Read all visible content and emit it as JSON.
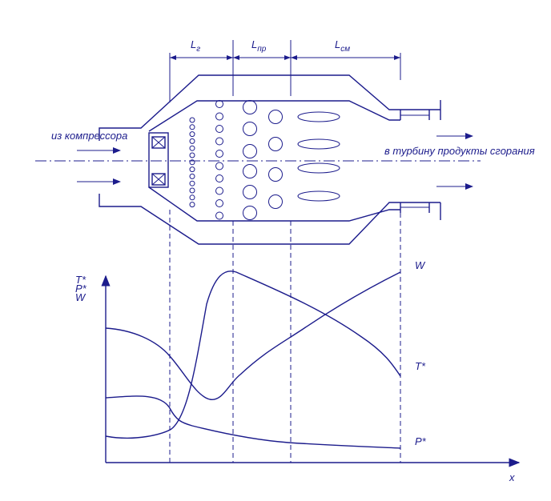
{
  "combustor": {
    "zone_primary": {
      "symbol": "L",
      "sub": "г"
    },
    "zone_dilution_mid": {
      "symbol": "L",
      "sub": "пр"
    },
    "zone_mixing": {
      "symbol": "L",
      "sub": "см"
    },
    "inlet_label": "из компрессора",
    "outlet_label": "в турбину продукты сгорания"
  },
  "chart": {
    "y_axis_labels": [
      "T*",
      "P*",
      "W"
    ],
    "x_axis_label": "x",
    "curve_labels": {
      "w": "W",
      "t": "T*",
      "p": "P*"
    }
  },
  "colors": {
    "ink": "#1c1c8c",
    "background": "#ffffff"
  }
}
